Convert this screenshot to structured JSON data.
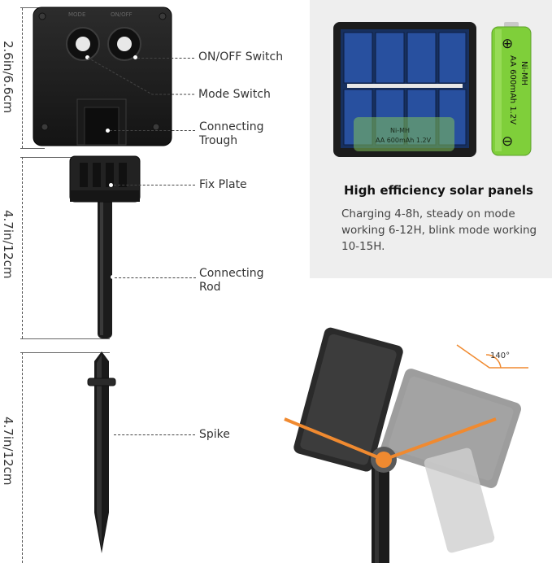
{
  "dimensions": {
    "top": "2.6in/6.6cm",
    "middle": "4.7in/12cm",
    "bottom": "4.7in/12cm"
  },
  "callouts": {
    "onoff": "ON/OFF Switch",
    "mode": "Mode Switch",
    "trough_line1": "Connecting",
    "trough_line2": "Trough",
    "fixplate": "Fix Plate",
    "rod_line1": "Connecting",
    "rod_line2": "Rod",
    "spike": "Spike"
  },
  "box_labels": {
    "left": "MODE",
    "right": "ON/OFF"
  },
  "panel_label": {
    "line1": "Ni-MH",
    "line2": "AA  600mAh  1.2V"
  },
  "battery": {
    "plus": "⊕",
    "minus": "⊖",
    "line1": "Ni-MH",
    "line2": "AA 600mAh 1.2V"
  },
  "info": {
    "title": "High efficiency solar panels",
    "text": "Charging 4-8h, steady on mode working 6-12H, blink mode working 10-15H."
  },
  "angle": "140°",
  "colors": {
    "accent": "#f08a30",
    "infobox": "#eeeeee",
    "battery": "#7fcf3a",
    "panel": "#1f3f8a"
  }
}
